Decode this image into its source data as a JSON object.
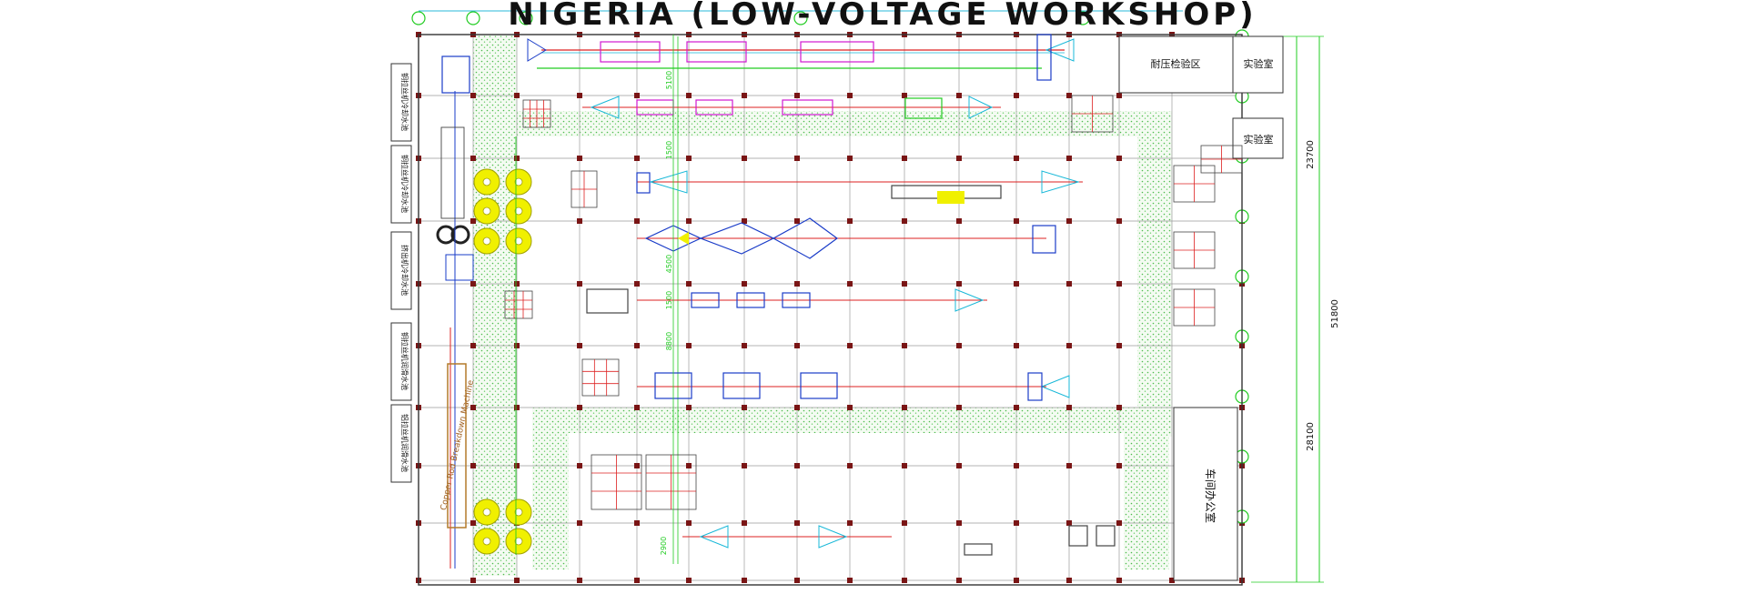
{
  "title": "NIGERIA (LOW-VOLTAGE WORKSHOP)",
  "dimensions": {
    "top_total": "23700",
    "overall": "51800",
    "bottom_total": "28100",
    "inner_5100": "5100",
    "inner_1500a": "1500",
    "inner_4500": "4500",
    "inner_1500b": "1500",
    "inner_8800": "8800",
    "inner_2900": "2900"
  },
  "rooms": {
    "test_area": "耐压检验区",
    "lab1": "实验室",
    "lab2": "实验室",
    "office": "车间办公室"
  },
  "left_labels": [
    "铜拉丝机冷却水池",
    "铜拉丝机冷却水池",
    "挤出机冷却水池",
    "铜拉丝机润滑水池",
    "铝拉丝机润滑水池"
  ],
  "machine_labels": {
    "rod_breakdown": "Copper Rod Breakdown Machine"
  },
  "colors": {
    "grid_green": "#22cc22",
    "column": "#7a1515",
    "magenta": "#d018d0",
    "cyan": "#18b8d8",
    "yellow": "#f0f000",
    "red": "#dd2020",
    "blue": "#1a3cc8"
  }
}
